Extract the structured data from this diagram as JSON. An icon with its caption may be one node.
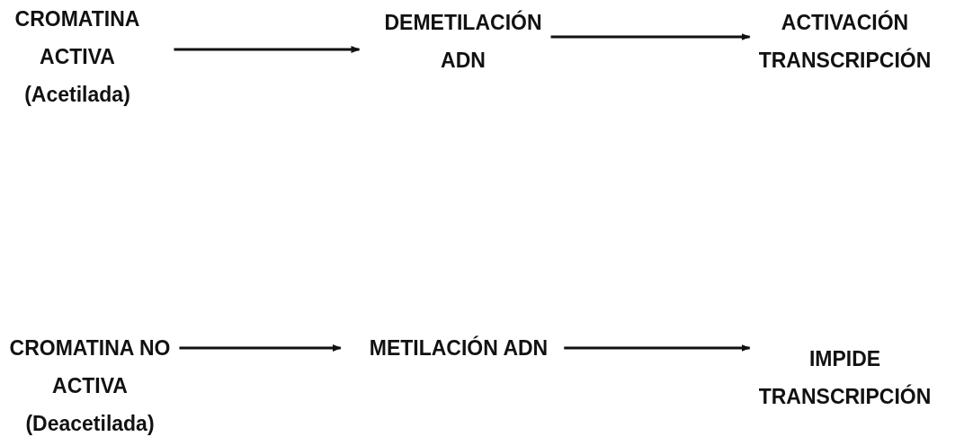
{
  "diagram": {
    "nodes": [
      {
        "text": [
          "CROMATINA ACTIVA",
          "(Acetilada)"
        ]
      },
      {
        "text": [
          "DEMETILACIÓN ADN"
        ]
      },
      {
        "text": [
          "ACTIVACIÓN TRANSCRIPCIÓN"
        ]
      },
      {
        "text": [
          "CROMATINA NO ACTIVA",
          "(Deacetilada)"
        ]
      },
      {
        "text": [
          "METILACIÓN ADN"
        ]
      },
      {
        "text": [
          "IMPIDE TRANSCRIPCIÓN"
        ]
      }
    ],
    "edges": [
      {
        "from": 0,
        "to": 1,
        "arrow": "to"
      },
      {
        "from": 1,
        "to": 2,
        "arrow": "to"
      },
      {
        "from": 3,
        "to": 4,
        "arrow": "to"
      },
      {
        "from": 4,
        "to": 5,
        "arrow": "to"
      }
    ]
  }
}
